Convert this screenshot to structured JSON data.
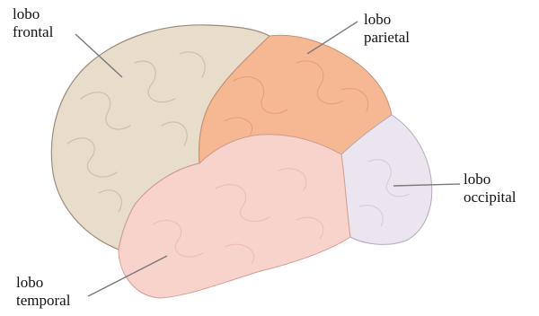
{
  "labels": {
    "frontal": {
      "line1": "lobo",
      "line2": "frontal"
    },
    "parietal": {
      "line1": "lobo",
      "line2": "parietal"
    },
    "occipital": {
      "line1": "lobo",
      "line2": "occipital"
    },
    "temporal": {
      "line1": "lobo",
      "line2": "temporal"
    }
  },
  "colors": {
    "frontal": "#e8dccb",
    "parietal": "#f6b793",
    "occipital": "#ebe5ef",
    "temporal": "#f8d3cb",
    "outline": "#9a8c7c",
    "leader_line": "#7a7a7a"
  }
}
